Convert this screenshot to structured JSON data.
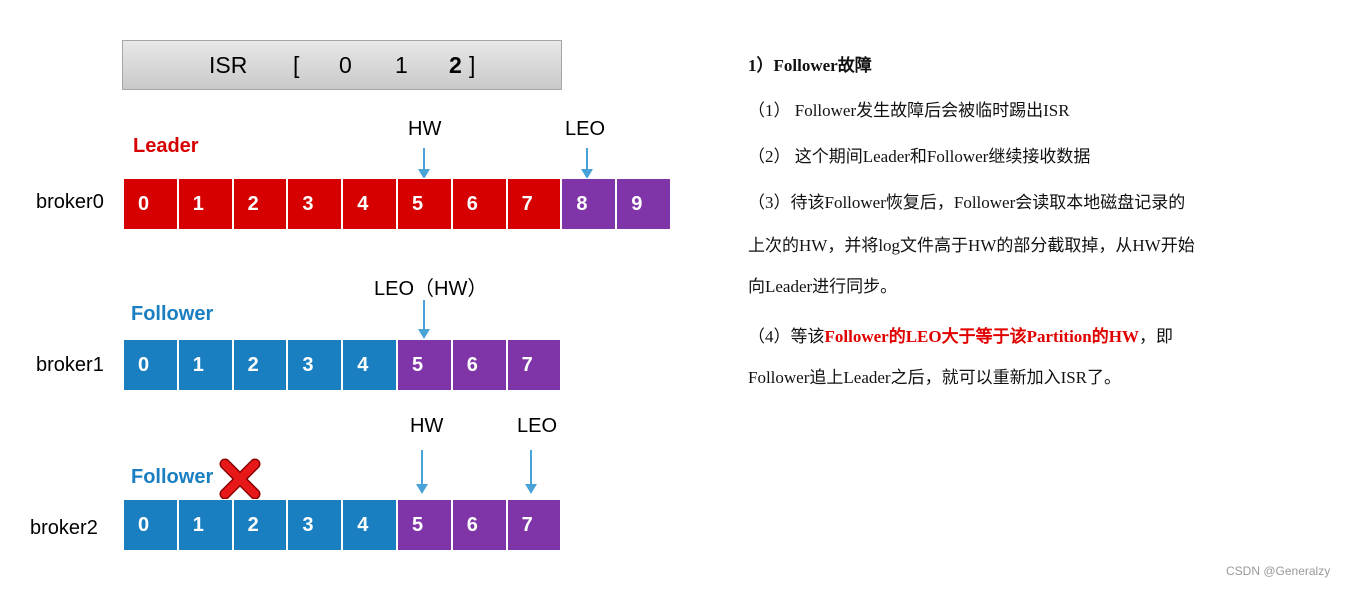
{
  "colors": {
    "leader_red": "#d60000",
    "follower_blue": "#1a7fc1",
    "purple": "#7f35a7",
    "arrow_blue": "#4aa3d8",
    "highlight_red": "#e00000"
  },
  "isr": {
    "label": "ISR",
    "open": "[",
    "item0": "0",
    "item1": "1",
    "item2": "2",
    "close": "]"
  },
  "leader": {
    "role": "Leader",
    "broker": "broker0",
    "hw_label": "HW",
    "leo_label": "LEO",
    "cells": [
      "0",
      "1",
      "2",
      "3",
      "4",
      "5",
      "6",
      "7",
      "8",
      "9"
    ]
  },
  "follower1": {
    "role": "Follower",
    "broker": "broker1",
    "marker_label": "LEO（HW）",
    "cells": [
      "0",
      "1",
      "2",
      "3",
      "4",
      "5",
      "6",
      "7"
    ]
  },
  "follower2": {
    "role": "Follower",
    "broker": "broker2",
    "hw_label": "HW",
    "leo_label": "LEO",
    "fault_icon": "red-x-icon",
    "cells": [
      "0",
      "1",
      "2",
      "3",
      "4",
      "5",
      "6",
      "7"
    ]
  },
  "text": {
    "heading": "1）Follower故障",
    "p1": "（1） Follower发生故障后会被临时踢出ISR",
    "p2": "（2） 这个期间Leader和Follower继续接收数据",
    "p3_line1": "（3）待该Follower恢复后，Follower会读取本地磁盘记录的",
    "p3_line2": "上次的HW，并将log文件高于HW的部分截取掉，从HW开始",
    "p3_line3": "向Leader进行同步。",
    "p4_pre": "（4）等该",
    "p4_highlight": "Follower的LEO大于等于该Partition的HW",
    "p4_post": "，即",
    "p4_line2": "Follower追上Leader之后，就可以重新加入ISR了。"
  },
  "watermark": "CSDN @Generalzy"
}
